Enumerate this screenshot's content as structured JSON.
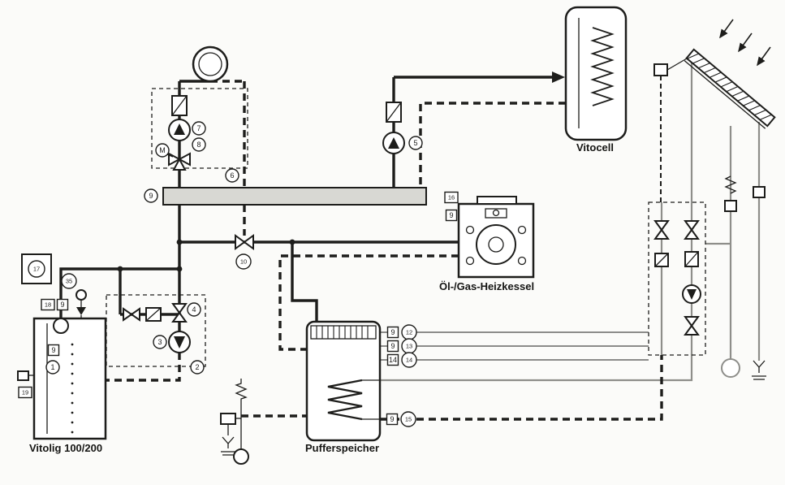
{
  "meta": {
    "description": "Hydraulic schematic: wood boiler with buffer tank, oil/gas boiler, DHW tank and solar collector",
    "background": "#fbfbf9",
    "ink": "#1d1d1b",
    "solar_line": "#8e8e8a",
    "manifold_fill": "#d8d8d3"
  },
  "components": {
    "dhw_tank": {
      "label": "Vitocell"
    },
    "oil_gas_boiler": {
      "label": "Öl-/Gas-Heizkessel"
    },
    "wood_boiler": {
      "label": "Vitolig 100/200"
    },
    "buffer_tank": {
      "label": "Pufferspeicher"
    }
  },
  "callouts": {
    "c1": "1",
    "c2": "2",
    "c3": "3",
    "c4": "4",
    "c5": "5",
    "c6": "6",
    "c7": "7",
    "c8": "8",
    "c9": "9",
    "c10": "10",
    "c12": "12",
    "c13": "13",
    "c14": "14",
    "c15": "15",
    "c16": "16",
    "c17": "17",
    "c18": "18",
    "c19": "19",
    "c35": "35",
    "s9": "9",
    "mixer": "M"
  }
}
